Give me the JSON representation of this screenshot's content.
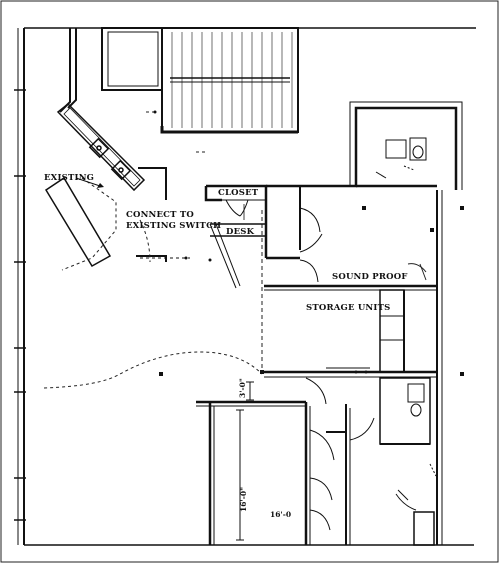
{
  "labels": {
    "existing": "EXISTING",
    "connect_line1": "CONNECT TO",
    "connect_line2": "EXISTING SWITCH",
    "closet": "CLOSET",
    "desk": "DESK",
    "sound_proof": "SOUND PROOF",
    "storage_units": "STORAGE UNITS"
  },
  "dimensions": {
    "small": "3'-0\"",
    "vertical": "16'-0\"",
    "horizontal": "16'-0"
  },
  "colors": {
    "ink": "#111111",
    "background": "#ffffff"
  }
}
